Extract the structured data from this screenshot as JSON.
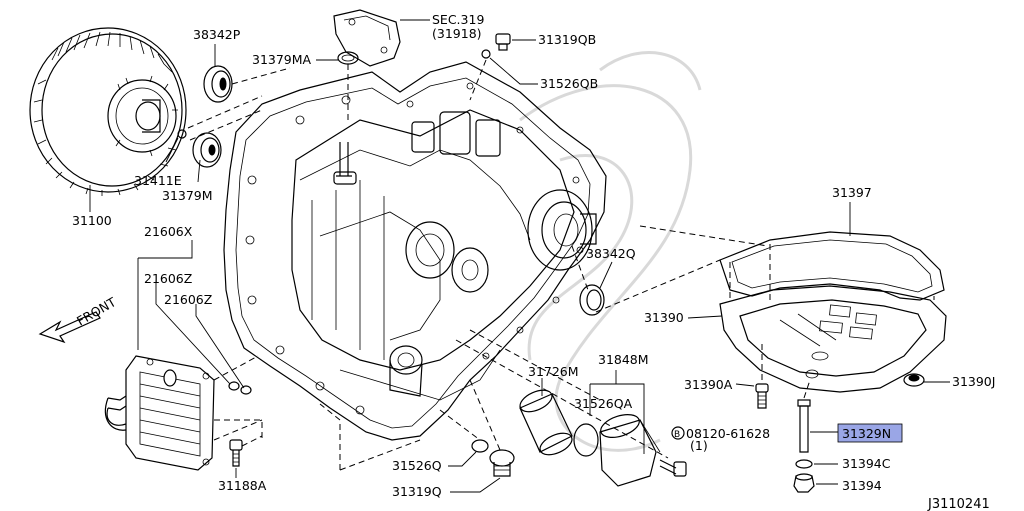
{
  "labels": {
    "sec319": "SEC.319",
    "sec319_sub": "(31918)",
    "p31319QB": "31319QB",
    "p31526QB": "31526QB",
    "p38342P": "38342P",
    "p31379MA": "31379MA",
    "p31411E": "31411E",
    "p31379M": "31379M",
    "p31100": "31100",
    "p21606X": "21606X",
    "p21606Z": "21606Z",
    "p21606Z2": "21606Z",
    "front": "FRONT",
    "p31188A": "31188A",
    "p38342Q": "38342Q",
    "p31397": "31397",
    "p31390": "31390",
    "p31390A": "31390A",
    "p31390J": "31390J",
    "p31329N": "31329N",
    "p31394C": "31394C",
    "p31394": "31394",
    "p31726M": "31726M",
    "p31848M": "31848M",
    "p31526QA": "31526QA",
    "bolt_code": "08120-61628",
    "bolt_qty": "(1)",
    "bolt_mark": "B",
    "p31526Q": "31526Q",
    "p31319Q": "31319Q",
    "diagram_id": "J3110241"
  },
  "highlight_color": "#9aa6e6"
}
